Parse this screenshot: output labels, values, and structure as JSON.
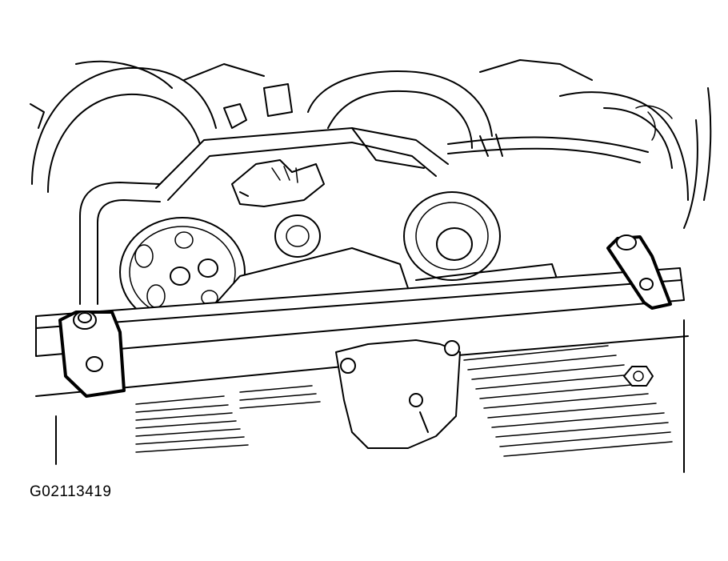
{
  "figure": {
    "id_label": "G02113419",
    "subject": "engine-compartment-line-drawing",
    "highlighted_parts": [
      "left-radiator-bracket",
      "right-radiator-bracket"
    ]
  }
}
